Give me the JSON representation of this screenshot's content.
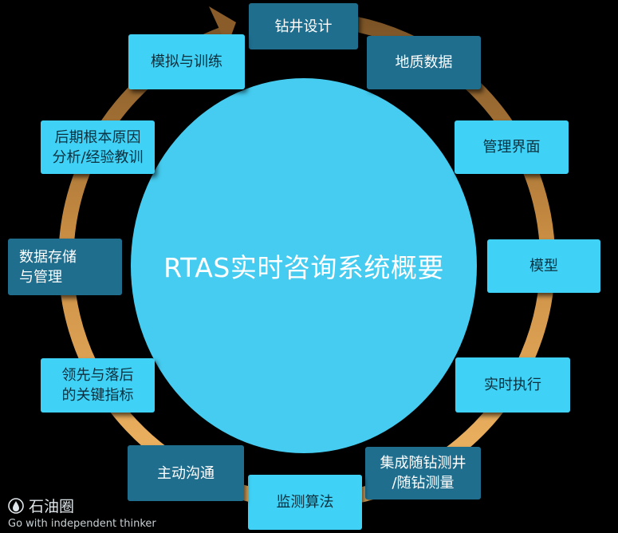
{
  "center": {
    "title": "RTAS实时咨询系统概要"
  },
  "steps": [
    {
      "label": "钻井设计"
    },
    {
      "label": "地质数据"
    },
    {
      "label": "管理界面"
    },
    {
      "label": "模型"
    },
    {
      "label": "实时执行"
    },
    {
      "label": "集成随钻测井\n/随钻测量"
    },
    {
      "label": "监测算法"
    },
    {
      "label": "主动沟通"
    },
    {
      "label": "领先与落后\n的关键指标"
    },
    {
      "label": "数据存储\n与管理"
    },
    {
      "label": "后期根本原因\n分析/经验教训"
    },
    {
      "label": "模拟与训练"
    }
  ],
  "watermark": {
    "name": "石油圈",
    "tagline": "Go with independent thinker"
  },
  "colors": {
    "ring": "#e2a552",
    "circle": "#45ccf0",
    "box_dark": "#1f6e8e",
    "box_light": "#3fd2f6"
  }
}
